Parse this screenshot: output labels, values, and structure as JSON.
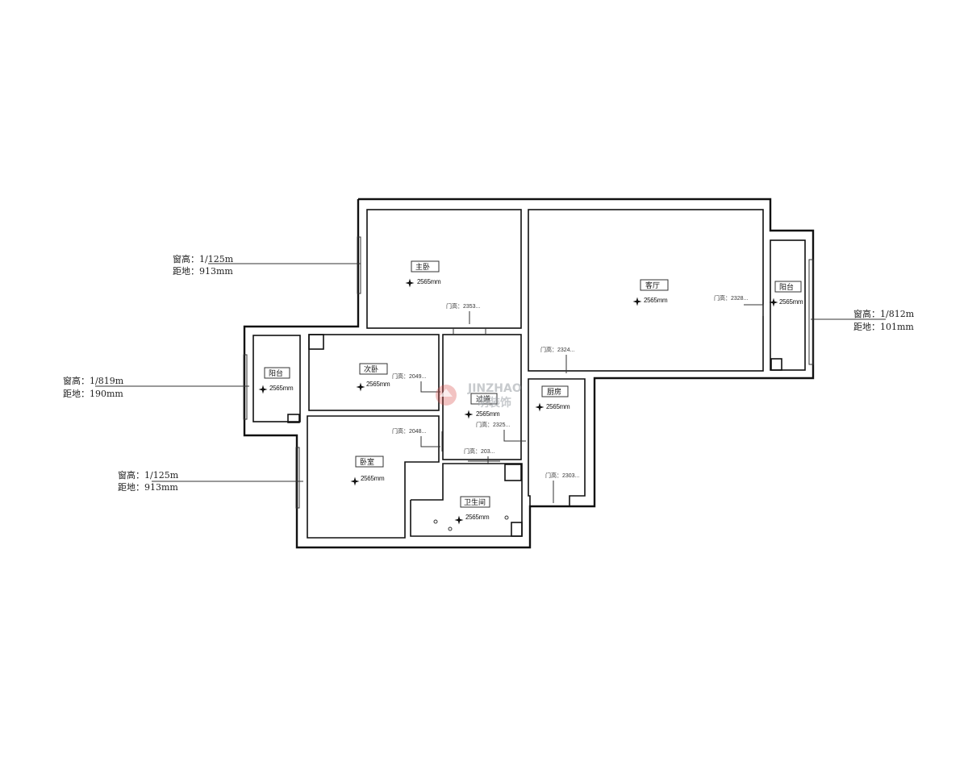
{
  "colors": {
    "line": "#111111",
    "watermark": "#c04040"
  },
  "windows": [
    {
      "id": "w1",
      "height_label": "窗高：1/125m",
      "sill_label": "距地：913mm"
    },
    {
      "id": "w2",
      "height_label": "窗高：1/819m",
      "sill_label": "距地：190mm"
    },
    {
      "id": "w3",
      "height_label": "窗高：1/125m",
      "sill_label": "距地：913mm"
    },
    {
      "id": "w4",
      "height_label": "窗高：1/812m",
      "sill_label": "距地：101mm"
    }
  ],
  "rooms": [
    {
      "id": "master-bedroom",
      "name": "主卧",
      "height": "2565mm"
    },
    {
      "id": "living-room",
      "name": "客厅",
      "height": "2565mm"
    },
    {
      "id": "balcony-east",
      "name": "阳台",
      "height": "2565mm"
    },
    {
      "id": "balcony-west",
      "name": "阳台",
      "height": "2565mm"
    },
    {
      "id": "second-bedroom",
      "name": "次卧",
      "height": "2565mm"
    },
    {
      "id": "corridor",
      "name": "过道",
      "height": "2565mm"
    },
    {
      "id": "kitchen",
      "name": "厨房",
      "height": "2565mm"
    },
    {
      "id": "third-bedroom",
      "name": "卧室",
      "height": "2565mm"
    },
    {
      "id": "bathroom",
      "name": "卫生间",
      "height": "2565mm"
    }
  ],
  "doors": [
    {
      "id": "d1",
      "label": "门高：2353..."
    },
    {
      "id": "d2",
      "label": "门高：2328..."
    },
    {
      "id": "d3",
      "label": "门高：2324..."
    },
    {
      "id": "d4",
      "label": "门高：2049..."
    },
    {
      "id": "d5",
      "label": "门高：2325..."
    },
    {
      "id": "d6",
      "label": "门高：2048..."
    },
    {
      "id": "d7",
      "label": "门高：203..."
    },
    {
      "id": "d8",
      "label": "门高：2303..."
    }
  ],
  "watermark": {
    "latin": "JINZHAO",
    "cn": "明装饰"
  }
}
